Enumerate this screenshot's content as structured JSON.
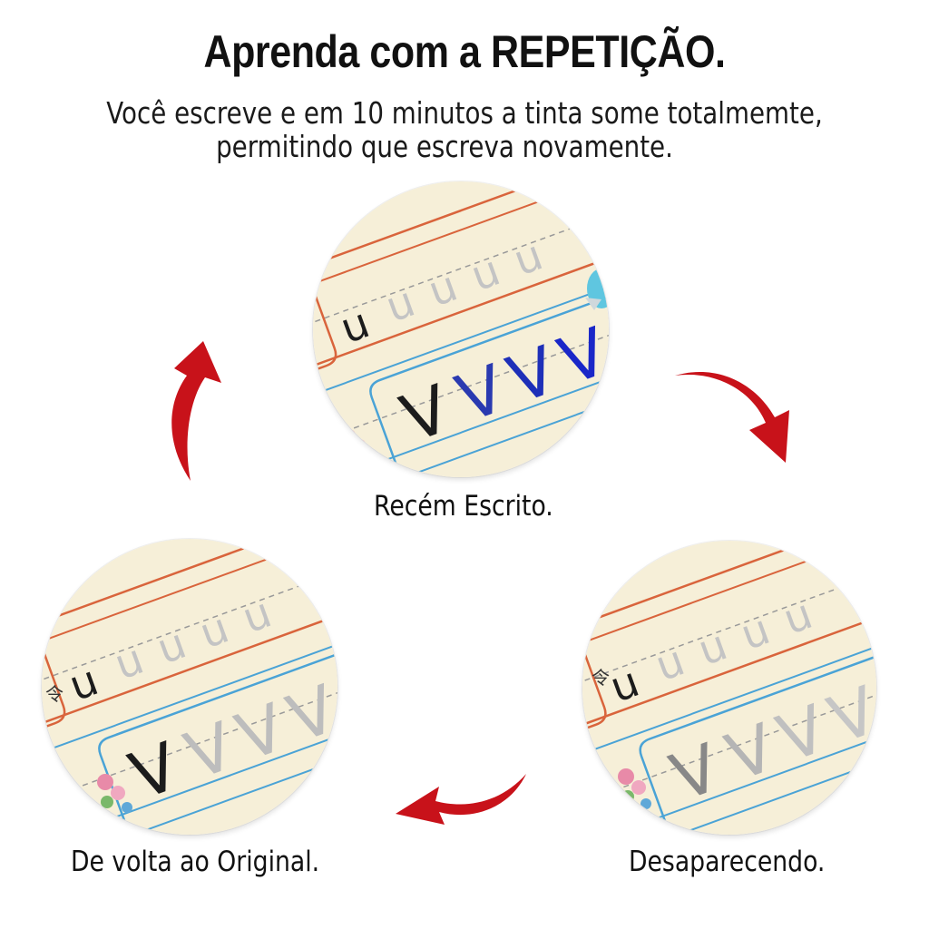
{
  "header": {
    "title": "Aprenda com a REPETIÇÃO.",
    "subtitle_line1": "Você escreve e em 10 minutos a tinta some totalmemte,",
    "subtitle_line2": "permitindo que escreva novamente."
  },
  "stages": [
    {
      "caption": "Recém Escrito.",
      "letter_top": "u",
      "letter_bottom": "V"
    },
    {
      "caption": "Desaparecendo.",
      "letter_top": "u",
      "letter_bottom": "V"
    },
    {
      "caption": "De volta ao Original.",
      "letter_top": "u",
      "letter_bottom": "V"
    }
  ],
  "side_glyph": "令",
  "colors": {
    "paper": "#f6efd8",
    "red_line": "#d9643c",
    "blue_line": "#4aa3d6",
    "ink_dark": "#1c1c1c",
    "ink_blue": "#1e2fb8",
    "trace_grey": "#b9b9b9",
    "arrow_red": "#c8121a"
  }
}
